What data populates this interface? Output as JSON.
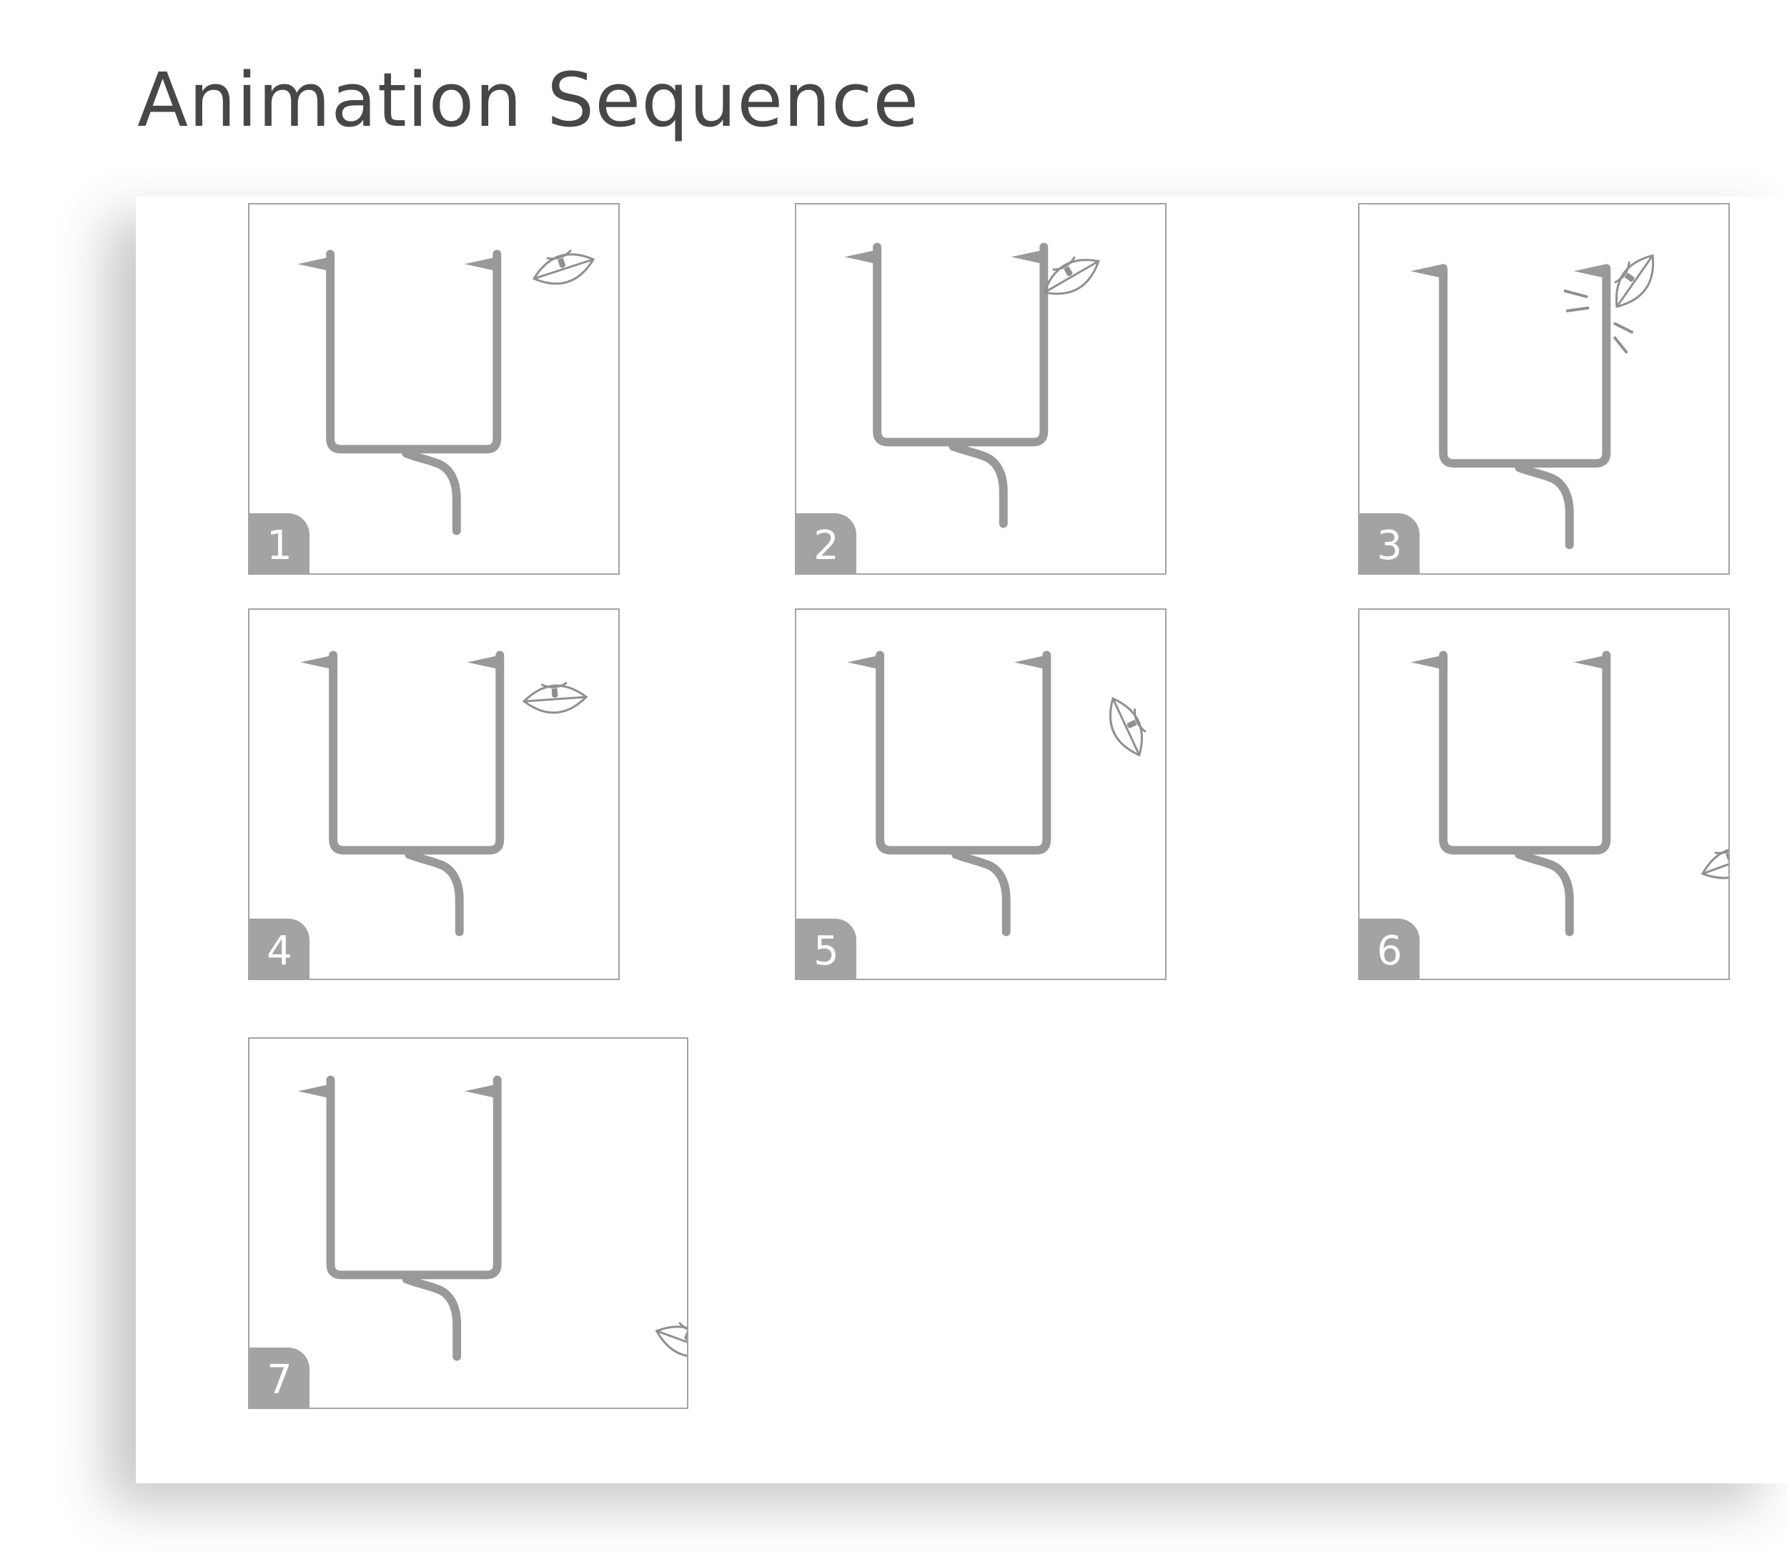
{
  "title": "Animation Sequence",
  "colors": {
    "stroke": "#999999",
    "badge": "#a3a3a3",
    "title": "#474747"
  },
  "frames": [
    {
      "number": "1",
      "icon": "football-icon",
      "ball_state": "approaching"
    },
    {
      "number": "2",
      "icon": "football-icon",
      "ball_state": "touching-right-upright"
    },
    {
      "number": "3",
      "icon": "football-icon",
      "ball_state": "hitting-right-upright"
    },
    {
      "number": "4",
      "icon": "football-icon",
      "ball_state": "bouncing-back"
    },
    {
      "number": "5",
      "icon": "football-icon",
      "ball_state": "falling"
    },
    {
      "number": "6",
      "icon": "football-icon",
      "ball_state": "leaving-frame"
    },
    {
      "number": "7",
      "icon": "football-icon",
      "ball_state": "exiting-frame"
    }
  ]
}
